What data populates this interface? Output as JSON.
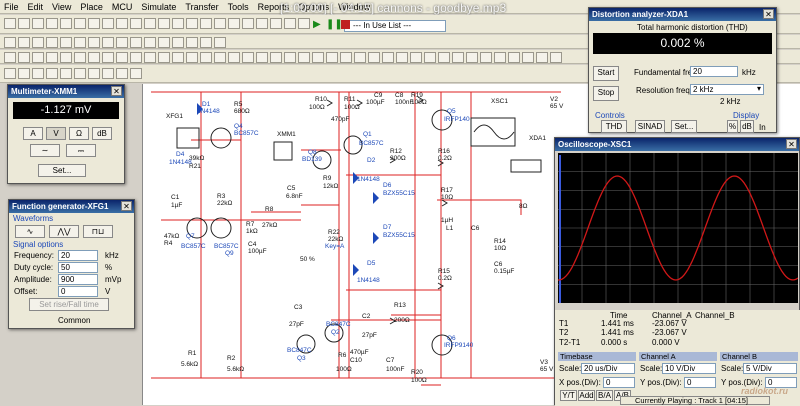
{
  "app": {
    "title_overlay": "[1:00:00] [- 04:15] cannons - goodbye.mp3"
  },
  "menu": [
    "File",
    "Edit",
    "View",
    "Place",
    "MCU",
    "Simulate",
    "Transfer",
    "Tools",
    "Reports",
    "Options",
    "Window"
  ],
  "toolbar": {
    "in_use_list": "--- In Use List ---"
  },
  "multimeter": {
    "title": "Multimeter-XMM1",
    "reading": "-1.127 mV",
    "buttons": [
      "A",
      "V",
      "Ω",
      "dB"
    ],
    "set": "Set..."
  },
  "funcgen": {
    "title": "Function generator-XFG1",
    "waveforms_label": "Waveforms",
    "signal_options_label": "Signal options",
    "rows": [
      {
        "label": "Frequency:",
        "value": "20",
        "unit": "kHz"
      },
      {
        "label": "Duty cycle:",
        "value": "50",
        "unit": "%"
      },
      {
        "label": "Amplitude:",
        "value": "900",
        "unit": "mVp"
      },
      {
        "label": "Offset:",
        "value": "0",
        "unit": "V"
      }
    ],
    "set_rise_fall": "Set rise/Fall time",
    "common": "Common"
  },
  "distortion": {
    "title": "Distortion analyzer-XDA1",
    "thd_label": "Total harmonic distortion (THD)",
    "thd_value": "0.002 %",
    "start": "Start",
    "stop": "Stop",
    "fund_label": "Fundamental freq.",
    "fund_value": "20",
    "fund_unit": "kHz",
    "res_label": "Resolution freq.",
    "res_value": "2 kHz",
    "res_sub": "2 kHz",
    "controls_label": "Controls",
    "display_label": "Display",
    "btn_thd": "THD",
    "btn_sinad": "SINAD",
    "btn_set": "Set...",
    "btn_pct": "%",
    "btn_db": "dB",
    "in_label": "In"
  },
  "oscilloscope": {
    "title": "Oscilloscope-XSC1",
    "table_head": [
      "",
      "Time",
      "Channel_A",
      "Channel_B"
    ],
    "rows": [
      [
        "T1",
        "1.441 ms",
        "-23.067 V",
        ""
      ],
      [
        "T2",
        "1.441 ms",
        "-23.067 V",
        ""
      ],
      [
        "T2-T1",
        "0.000 s",
        "0.000 V",
        ""
      ]
    ],
    "timebase_label": "Timebase",
    "cha_label": "Channel A",
    "chb_label": "Channel B",
    "scale_label": "Scale:",
    "tb_scale": "20 us/Div",
    "cha_scale": "10 V/Div",
    "chb_scale": "5 V/Div",
    "xpos_label": "X pos.(Div):",
    "xpos": "0",
    "ypos_label": "Y pos.(Div):",
    "ypos": "0",
    "ypos_b": "0",
    "modes": [
      "Y/T",
      "Add",
      "B/A",
      "A/B"
    ],
    "watermark": "radiokot.ru"
  },
  "status": {
    "now_playing": "Currently Playing : Track 1 [04:15]"
  },
  "schematic": {
    "labels": [
      [
        "XFG1",
        165,
        118
      ],
      [
        "D1",
        201,
        106
      ],
      [
        "1N4148",
        196,
        113
      ],
      [
        "R5",
        233,
        106
      ],
      [
        "680Ω",
        233,
        113
      ],
      [
        "Q4",
        233,
        128
      ],
      [
        "BC857C",
        233,
        135
      ],
      [
        "39kΩ",
        188,
        160
      ],
      [
        "R21",
        188,
        168
      ],
      [
        "D4",
        175,
        156
      ],
      [
        "1N4148",
        168,
        164
      ],
      [
        "C1",
        170,
        199
      ],
      [
        "1µF",
        170,
        207
      ],
      [
        "47kΩ",
        163,
        238
      ],
      [
        "R4",
        163,
        245
      ],
      [
        "R3",
        216,
        198
      ],
      [
        "22kΩ",
        216,
        205
      ],
      [
        "Q7",
        185,
        238
      ],
      [
        "BC857C",
        180,
        248
      ],
      [
        "BC857C",
        213,
        248
      ],
      [
        "Q9",
        224,
        255
      ],
      [
        "R7",
        245,
        226
      ],
      [
        "1kΩ",
        245,
        233
      ],
      [
        "C4",
        247,
        246
      ],
      [
        "100µF",
        247,
        253
      ],
      [
        "R8",
        264,
        211
      ],
      [
        "27kΩ",
        261,
        227
      ],
      [
        "XMM1",
        276,
        136
      ],
      [
        "R10",
        314,
        101
      ],
      [
        "100Ω",
        308,
        109
      ],
      [
        "R11",
        343,
        101
      ],
      [
        "100Ω",
        343,
        109
      ],
      [
        "C9",
        373,
        97
      ],
      [
        "100µF",
        365,
        104
      ],
      [
        "C8",
        394,
        97
      ],
      [
        "100nF",
        394,
        104
      ],
      [
        "R19",
        410,
        97
      ],
      [
        "100Ω",
        410,
        104
      ],
      [
        "Q5",
        446,
        113
      ],
      [
        "IRFP140",
        443,
        121
      ],
      [
        "470pF",
        330,
        121
      ],
      [
        "Q8",
        307,
        154
      ],
      [
        "BD139",
        301,
        161
      ],
      [
        "Q1",
        362,
        136
      ],
      [
        "BC857C",
        358,
        145
      ],
      [
        "R9",
        322,
        180
      ],
      [
        "12kΩ",
        322,
        188
      ],
      [
        "C5",
        286,
        190
      ],
      [
        "6.8nF",
        285,
        198
      ],
      [
        "D2",
        366,
        162
      ],
      [
        "1N4148",
        356,
        181
      ],
      [
        "R12",
        389,
        153
      ],
      [
        "200Ω",
        389,
        160
      ],
      [
        "D6",
        382,
        187
      ],
      [
        "BZX55C15",
        382,
        195
      ],
      [
        "R16",
        437,
        153
      ],
      [
        "0.2Ω",
        437,
        160
      ],
      [
        "R17",
        440,
        192
      ],
      [
        "10Ω",
        440,
        199
      ],
      [
        "C6",
        470,
        230
      ],
      [
        "1µH",
        440,
        222
      ],
      [
        "L1",
        445,
        230
      ],
      [
        "R22",
        327,
        234
      ],
      [
        "22kΩ",
        327,
        241
      ],
      [
        "Key=A",
        324,
        248
      ],
      [
        "50 %",
        299,
        261
      ],
      [
        "D7",
        382,
        229
      ],
      [
        "BZX55C15",
        382,
        237
      ],
      [
        "D5",
        366,
        265
      ],
      [
        "1N4148",
        356,
        282
      ],
      [
        "R14",
        493,
        243
      ],
      [
        "10Ω",
        493,
        250
      ],
      [
        "C6",
        493,
        266
      ],
      [
        "0.15µF",
        493,
        273
      ],
      [
        "R15",
        437,
        273
      ],
      [
        "0.2Ω",
        437,
        280
      ],
      [
        "C3",
        293,
        309
      ],
      [
        "27pF",
        288,
        326
      ],
      [
        "C2",
        361,
        318
      ],
      [
        "27pF",
        361,
        337
      ],
      [
        "BC847C",
        325,
        326
      ],
      [
        "Q2",
        330,
        334
      ],
      [
        "BC847C",
        286,
        352
      ],
      [
        "Q3",
        296,
        360
      ],
      [
        "R13",
        393,
        307
      ],
      [
        "200Ω",
        393,
        322
      ],
      [
        "Q6",
        446,
        340
      ],
      [
        "IRFP9140",
        443,
        347
      ],
      [
        "R1",
        187,
        355
      ],
      [
        "5.6kΩ",
        180,
        366
      ],
      [
        "R2",
        226,
        360
      ],
      [
        "5.6kΩ",
        226,
        371
      ],
      [
        "R6",
        337,
        357
      ],
      [
        "100Ω",
        335,
        371
      ],
      [
        "C10",
        349,
        362
      ],
      [
        "470µF",
        349,
        354
      ],
      [
        "C7",
        385,
        362
      ],
      [
        "100nF",
        385,
        371
      ],
      [
        "R20",
        410,
        374
      ],
      [
        "100Ω",
        410,
        382
      ],
      [
        "XSC1",
        490,
        103
      ],
      [
        "XDA1",
        528,
        140
      ],
      [
        "8Ω",
        518,
        208
      ],
      [
        "V2",
        549,
        101
      ],
      [
        "65 V",
        549,
        108
      ],
      [
        "V3",
        539,
        364
      ],
      [
        "65 V",
        539,
        371
      ]
    ]
  }
}
